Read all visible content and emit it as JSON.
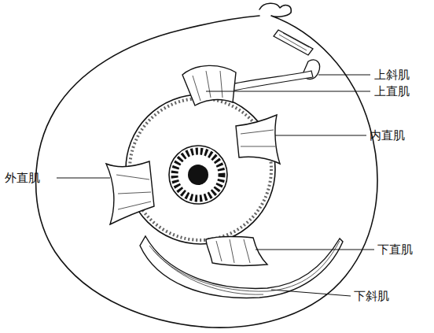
{
  "diagram": {
    "labels": [
      "上斜肌",
      "上直肌",
      "内直肌",
      "外直肌",
      "下直肌",
      "下斜肌"
    ]
  }
}
